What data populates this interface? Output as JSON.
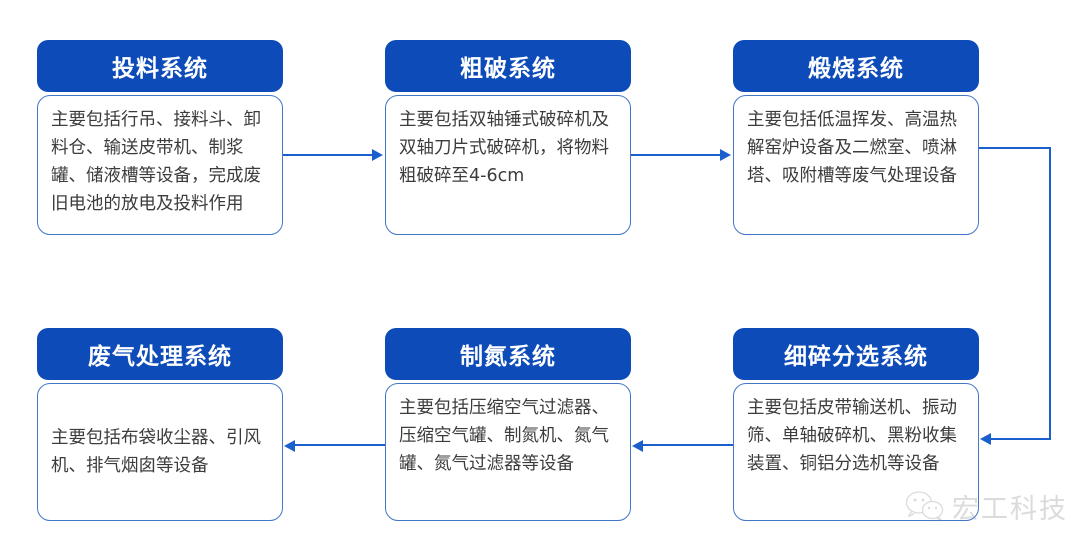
{
  "diagram": {
    "type": "process-flow",
    "title": "",
    "colors": {
      "header_fill": "#0D4CB8",
      "header_text": "#FFFFFF",
      "body_border": "#4277C8",
      "body_text": "#3C3C3C",
      "connector": "#1B5FCC",
      "background": "#FFFFFF",
      "watermark_text": "#8C8C8C"
    },
    "nodes": [
      {
        "id": "feeding",
        "title": "投料系统",
        "description": "主要包括行吊、接料斗、卸料仓、输送皮带机、制浆罐、储液槽等设备，完成废旧电池的放电及投料作用"
      },
      {
        "id": "coarse-crushing",
        "title": "粗破系统",
        "description": "主要包括双轴锤式破碎机及双轴刀片式破碎机，将物料粗破碎至4-6cm"
      },
      {
        "id": "calcination",
        "title": "煅烧系统",
        "description": "主要包括低温挥发、高温热解窑炉设备及二燃室、喷淋塔、吸附槽等废气处理设备"
      },
      {
        "id": "exhaust-gas-treatment",
        "title": "废气处理系统",
        "description": "主要包括布袋收尘器、引风机、排气烟囱等设备"
      },
      {
        "id": "nitrogen-generation",
        "title": "制氮系统",
        "description": "主要包括压缩空气过滤器、压缩空气罐、制氮机、氮气罐、氮气过滤器等设备"
      },
      {
        "id": "fine-crushing-sorting",
        "title": "细碎分选系统",
        "description": "主要包括皮带输送机、振动筛、单轴破碎机、黑粉收集装置、铜铝分选机等设备"
      }
    ],
    "connections": [
      {
        "from": "feeding",
        "to": "coarse-crushing",
        "direction": "right"
      },
      {
        "from": "coarse-crushing",
        "to": "calcination",
        "direction": "right"
      },
      {
        "from": "calcination",
        "to": "fine-crushing-sorting",
        "direction": "right-down-left"
      },
      {
        "from": "fine-crushing-sorting",
        "to": "nitrogen-generation",
        "direction": "left"
      },
      {
        "from": "nitrogen-generation",
        "to": "exhaust-gas-treatment",
        "direction": "left"
      }
    ]
  },
  "watermark": {
    "text": "宏工科技",
    "icon": "wechat-icon"
  }
}
